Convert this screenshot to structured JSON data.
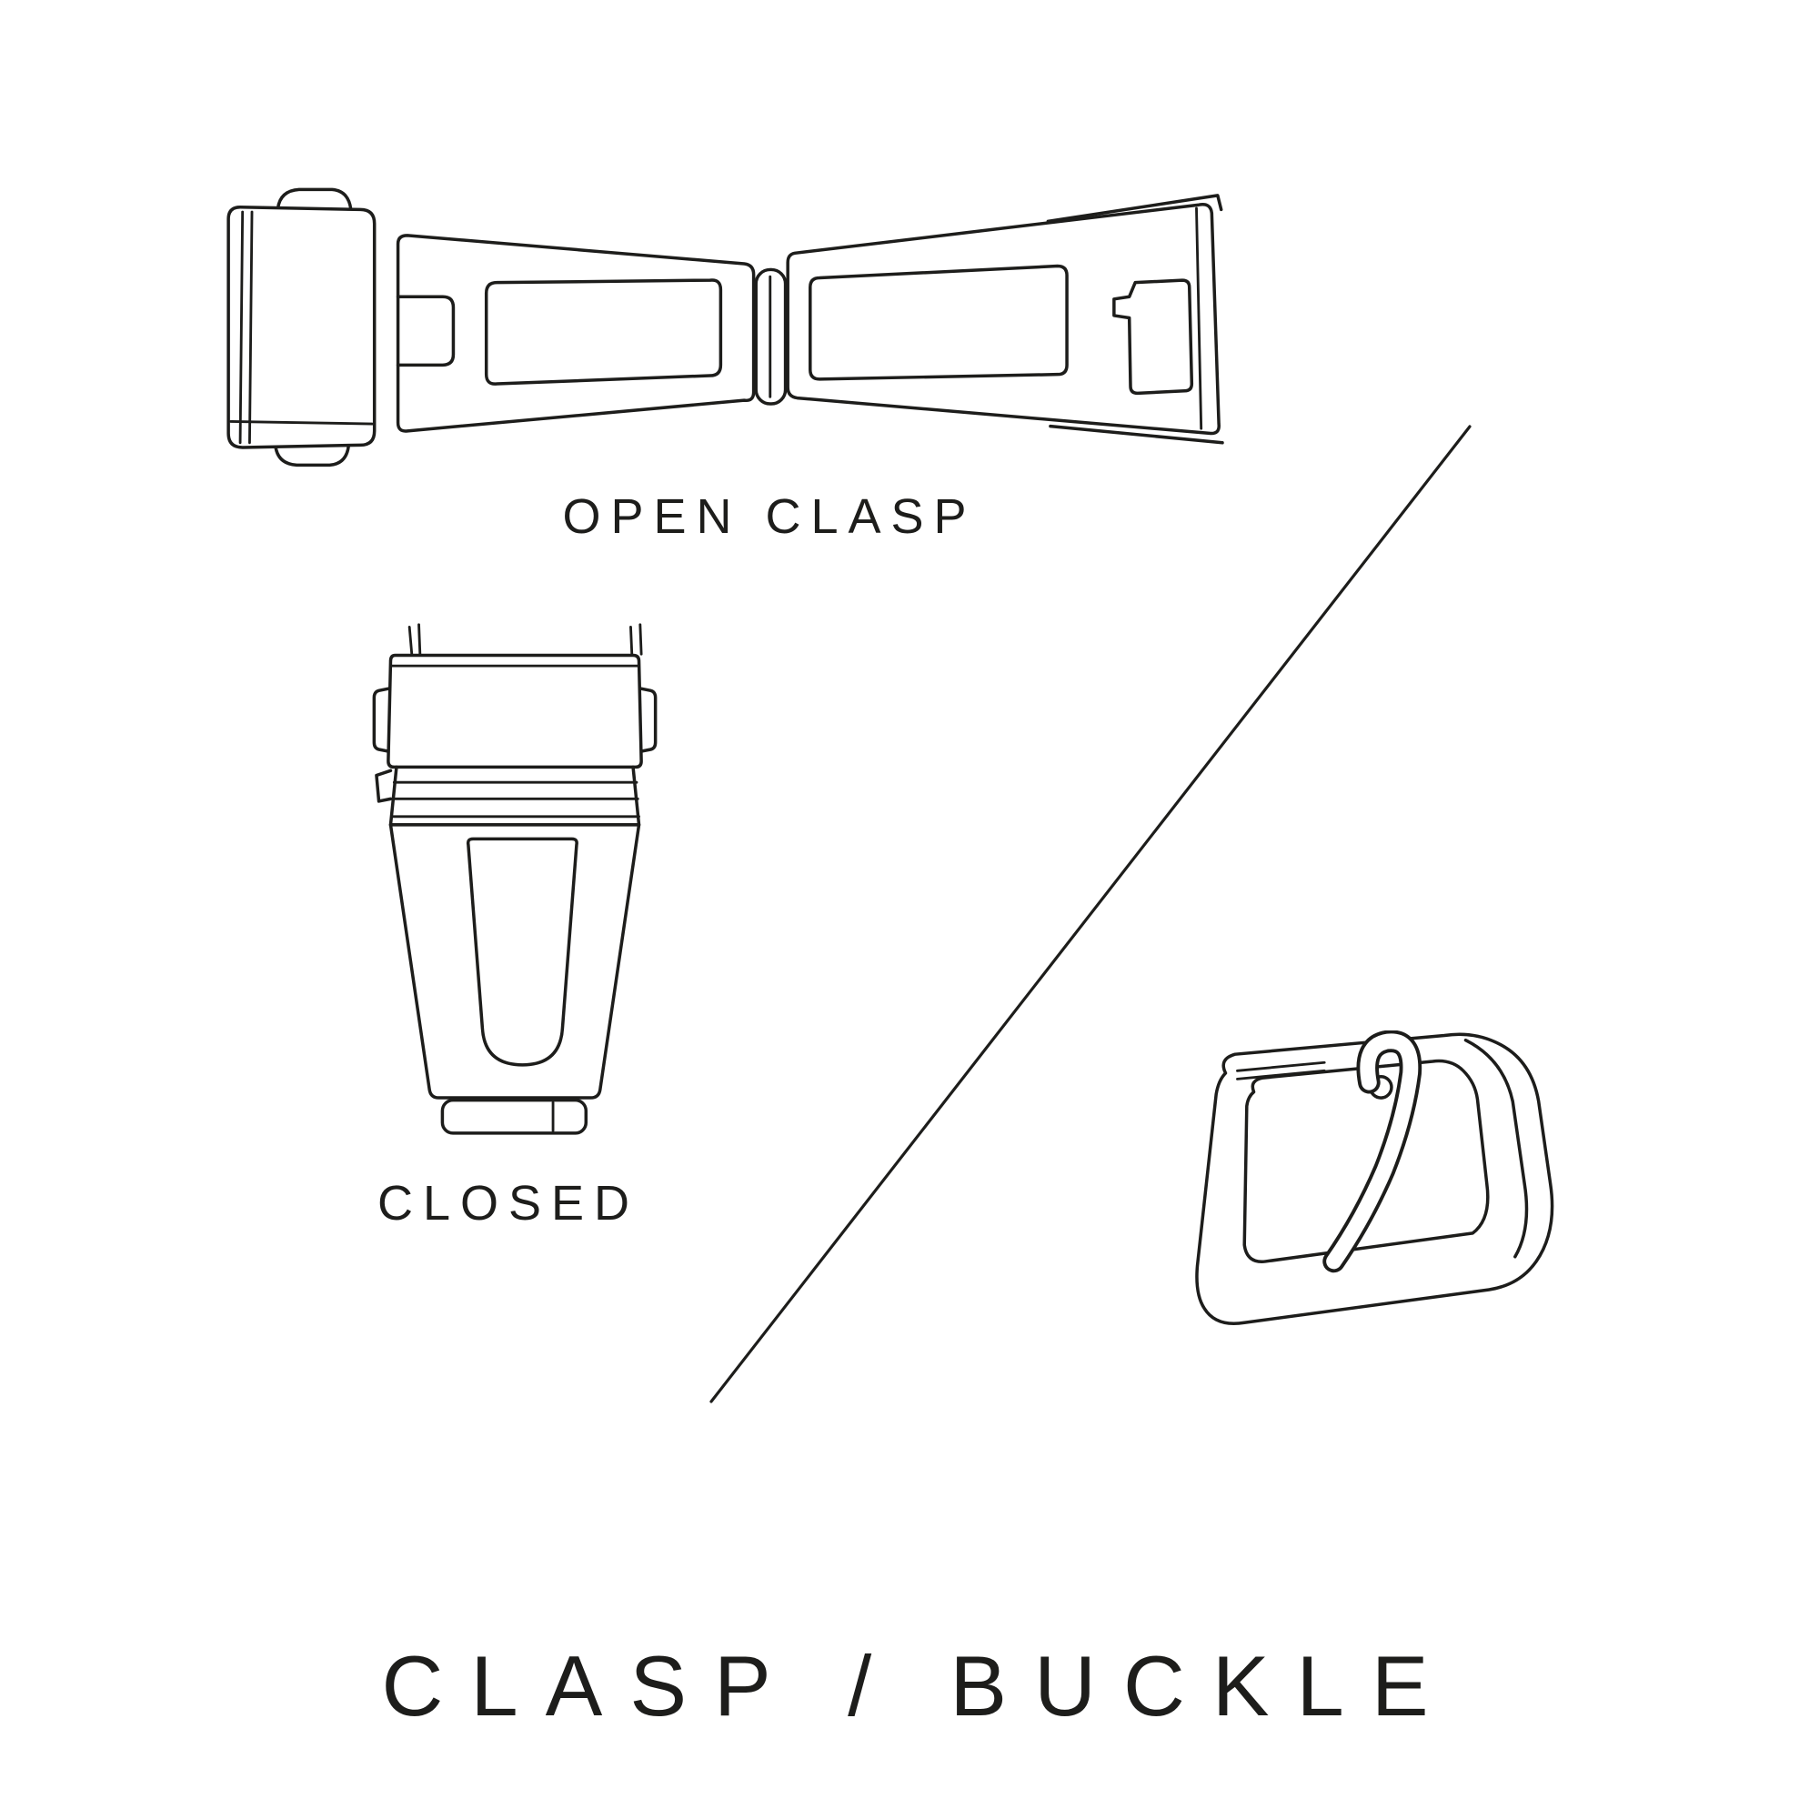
{
  "page": {
    "background": "#ffffff",
    "line_color": "#1d1d1b",
    "text_color": "#1d1d1b",
    "title": "CLASP / BUCKLE"
  },
  "figures": {
    "open_clasp": {
      "label": "OPEN CLASP",
      "icon": "open-clasp-illustration"
    },
    "closed_clasp": {
      "label": "CLOSED",
      "icon": "closed-clasp-illustration"
    },
    "buckle": {
      "icon": "tang-buckle-illustration"
    }
  },
  "divider": {
    "icon": "diagonal-divider-line"
  }
}
